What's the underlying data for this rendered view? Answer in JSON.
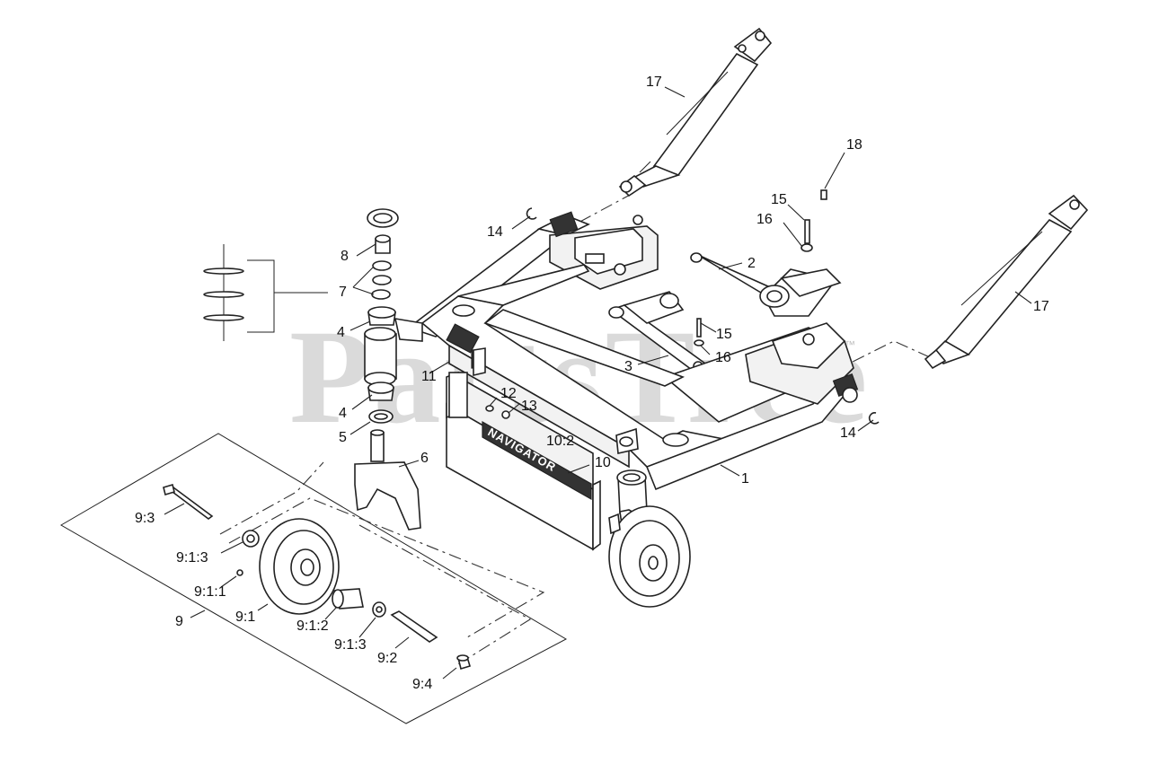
{
  "watermark": {
    "text": "PartsTree",
    "trademark": "™"
  },
  "decal": {
    "text": "NAVIGATOR"
  },
  "callouts": [
    {
      "id": "c-17a",
      "label": "17"
    },
    {
      "id": "c-18",
      "label": "18"
    },
    {
      "id": "c-15a",
      "label": "15"
    },
    {
      "id": "c-16a",
      "label": "16"
    },
    {
      "id": "c-14a",
      "label": "14"
    },
    {
      "id": "c-8",
      "label": "8"
    },
    {
      "id": "c-7",
      "label": "7"
    },
    {
      "id": "c-2",
      "label": "2"
    },
    {
      "id": "c-17b",
      "label": "17"
    },
    {
      "id": "c-4a",
      "label": "4"
    },
    {
      "id": "c-15b",
      "label": "15"
    },
    {
      "id": "c-16b",
      "label": "16"
    },
    {
      "id": "c-3",
      "label": "3"
    },
    {
      "id": "c-11",
      "label": "11"
    },
    {
      "id": "c-12",
      "label": "12"
    },
    {
      "id": "c-13",
      "label": "13"
    },
    {
      "id": "c-4b",
      "label": "4"
    },
    {
      "id": "c-5",
      "label": "5"
    },
    {
      "id": "c-14b",
      "label": "14"
    },
    {
      "id": "c-10-2",
      "label": "10:2"
    },
    {
      "id": "c-6",
      "label": "6"
    },
    {
      "id": "c-10",
      "label": "10"
    },
    {
      "id": "c-1",
      "label": "1"
    },
    {
      "id": "c-9-3",
      "label": "9:3"
    },
    {
      "id": "c-9-1-3a",
      "label": "9:1:3"
    },
    {
      "id": "c-9-1-1",
      "label": "9:1:1"
    },
    {
      "id": "c-9",
      "label": "9"
    },
    {
      "id": "c-9-1",
      "label": "9:1"
    },
    {
      "id": "c-9-1-2",
      "label": "9:1:2"
    },
    {
      "id": "c-9-1-3b",
      "label": "9:1:3"
    },
    {
      "id": "c-9-2",
      "label": "9:2"
    },
    {
      "id": "c-9-4",
      "label": "9:4"
    }
  ]
}
